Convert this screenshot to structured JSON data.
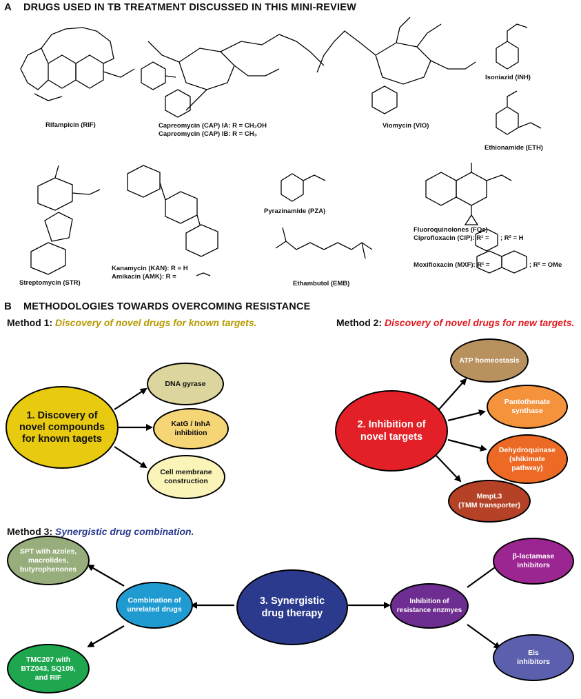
{
  "section_a": {
    "letter": "A",
    "title": "DRUGS USED IN TB TREATMENT DISCUSSED IN THIS MINI-REVIEW",
    "compounds": {
      "rif": "Rifampicin (RIF)",
      "cap1": "Capreomycin (CAP) IA: R = CH₂OH",
      "cap2": "Capreomycin (CAP) IB: R = CH₃",
      "vio": "Viomycin (VIO)",
      "inh": "Isoniazid (INH)",
      "eth": "Ethionamide (ETH)",
      "str": "Streptomycin (STR)",
      "kan": "Kanamycin (KAN): R = H",
      "amk": "Amikacin (AMK): R =",
      "pza": "Pyrazinamide (PZA)",
      "emb": "Ethambutol (EMB)",
      "fq": "Fluoroquinolones (FQs)",
      "cip_a": "Ciprofloxacin (CIP): R¹ =",
      "cip_b": "; R² = H",
      "mxf_a": "Moxifloxacin (MXF): R¹ =",
      "mxf_b": "; R² = OMe"
    }
  },
  "section_b": {
    "letter": "B",
    "title": "METHODOLOGIES TOWARDS OVERCOMING RESISTANCE",
    "method1": {
      "prefix": "Method 1:",
      "text": "Discovery of novel drugs for known targets.",
      "color": "#b59a00"
    },
    "method2": {
      "prefix": "Method 2:",
      "text": "Discovery of novel drugs for new targets.",
      "color": "#e0191f"
    },
    "method3": {
      "prefix": "Method 3:",
      "text": "Synergistic drug combination.",
      "color": "#2a3a8e"
    },
    "nodes": {
      "m1_main": [
        "1. Discovery of",
        "novel compounds",
        "for known tagets"
      ],
      "dna": [
        "DNA gyrase"
      ],
      "katg": [
        "KatG / InhA",
        "inhibition"
      ],
      "cellm": [
        "Cell membrane",
        "construction"
      ],
      "m2_main": [
        "2. Inhibition of",
        "novel targets"
      ],
      "atp": [
        "ATP homeostasis"
      ],
      "panto": [
        "Pantothenate",
        "synthase"
      ],
      "dehyd": [
        "Dehydroquinase",
        "(shikimate",
        "pathway)"
      ],
      "mmpl3": [
        "MmpL3",
        "(TMM transporter)"
      ],
      "m3_main": [
        "3. Synergistic",
        "drug therapy"
      ],
      "combo": [
        "Combination of",
        "unrelated drugs"
      ],
      "spt": [
        "SPT with azoles,",
        "macrolides,",
        "butyrophenones"
      ],
      "tmc": [
        "TMC207 with",
        "BTZ043, SQ109,",
        "and RIF"
      ],
      "inhib": [
        "Inhibition of",
        "resistance enzmyes"
      ],
      "blact": [
        "β-lactamase",
        "inhibitors"
      ],
      "eis": [
        "Eis",
        "inhibitors"
      ]
    }
  }
}
